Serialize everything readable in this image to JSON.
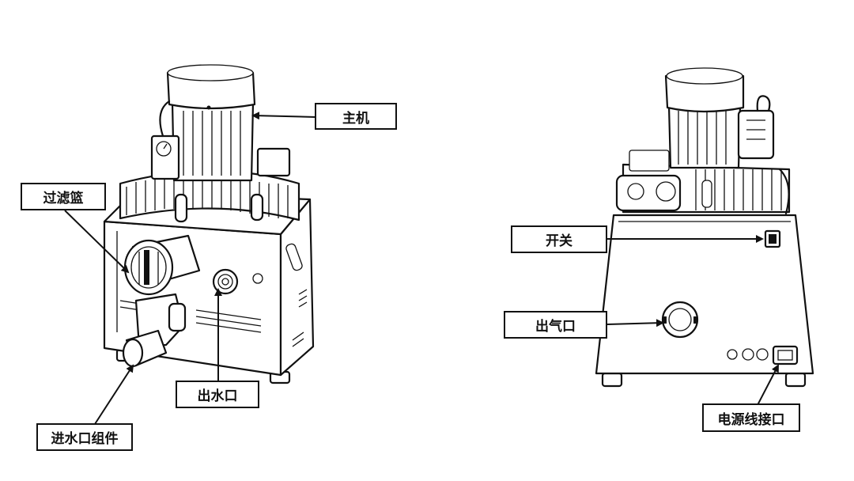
{
  "labels": {
    "main_unit": "主机",
    "filter_basket": "过滤篮",
    "inlet_assembly": "进水口组件",
    "water_outlet": "出水口",
    "switch": "开关",
    "air_outlet": "出气口",
    "power_socket": "电源线接口"
  },
  "colors": {
    "line": "#111111",
    "background": "#ffffff"
  }
}
